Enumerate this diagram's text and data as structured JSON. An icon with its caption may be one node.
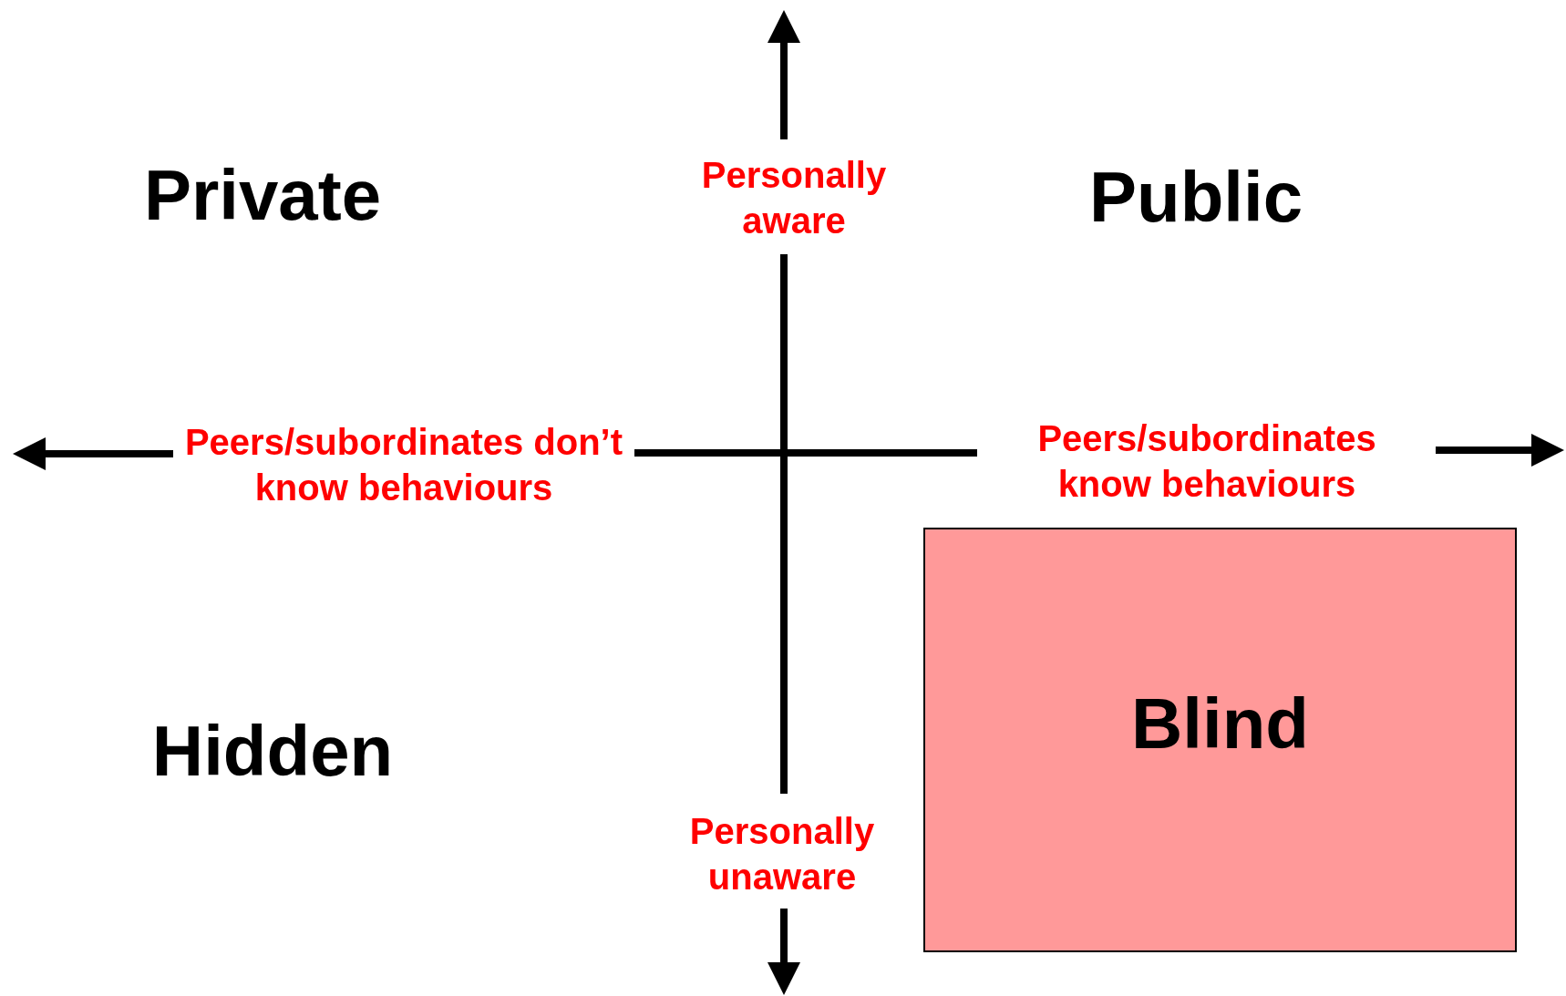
{
  "diagram": {
    "nodes": [
      {
        "text": [
          "Blind"
        ]
      }
    ],
    "labels": [
      "Private",
      "Personally aware",
      "Public",
      "Peers/subordinates don’t know behaviours",
      "Peers/subordinates know behaviours",
      "Hidden",
      "Personally unaware"
    ]
  }
}
